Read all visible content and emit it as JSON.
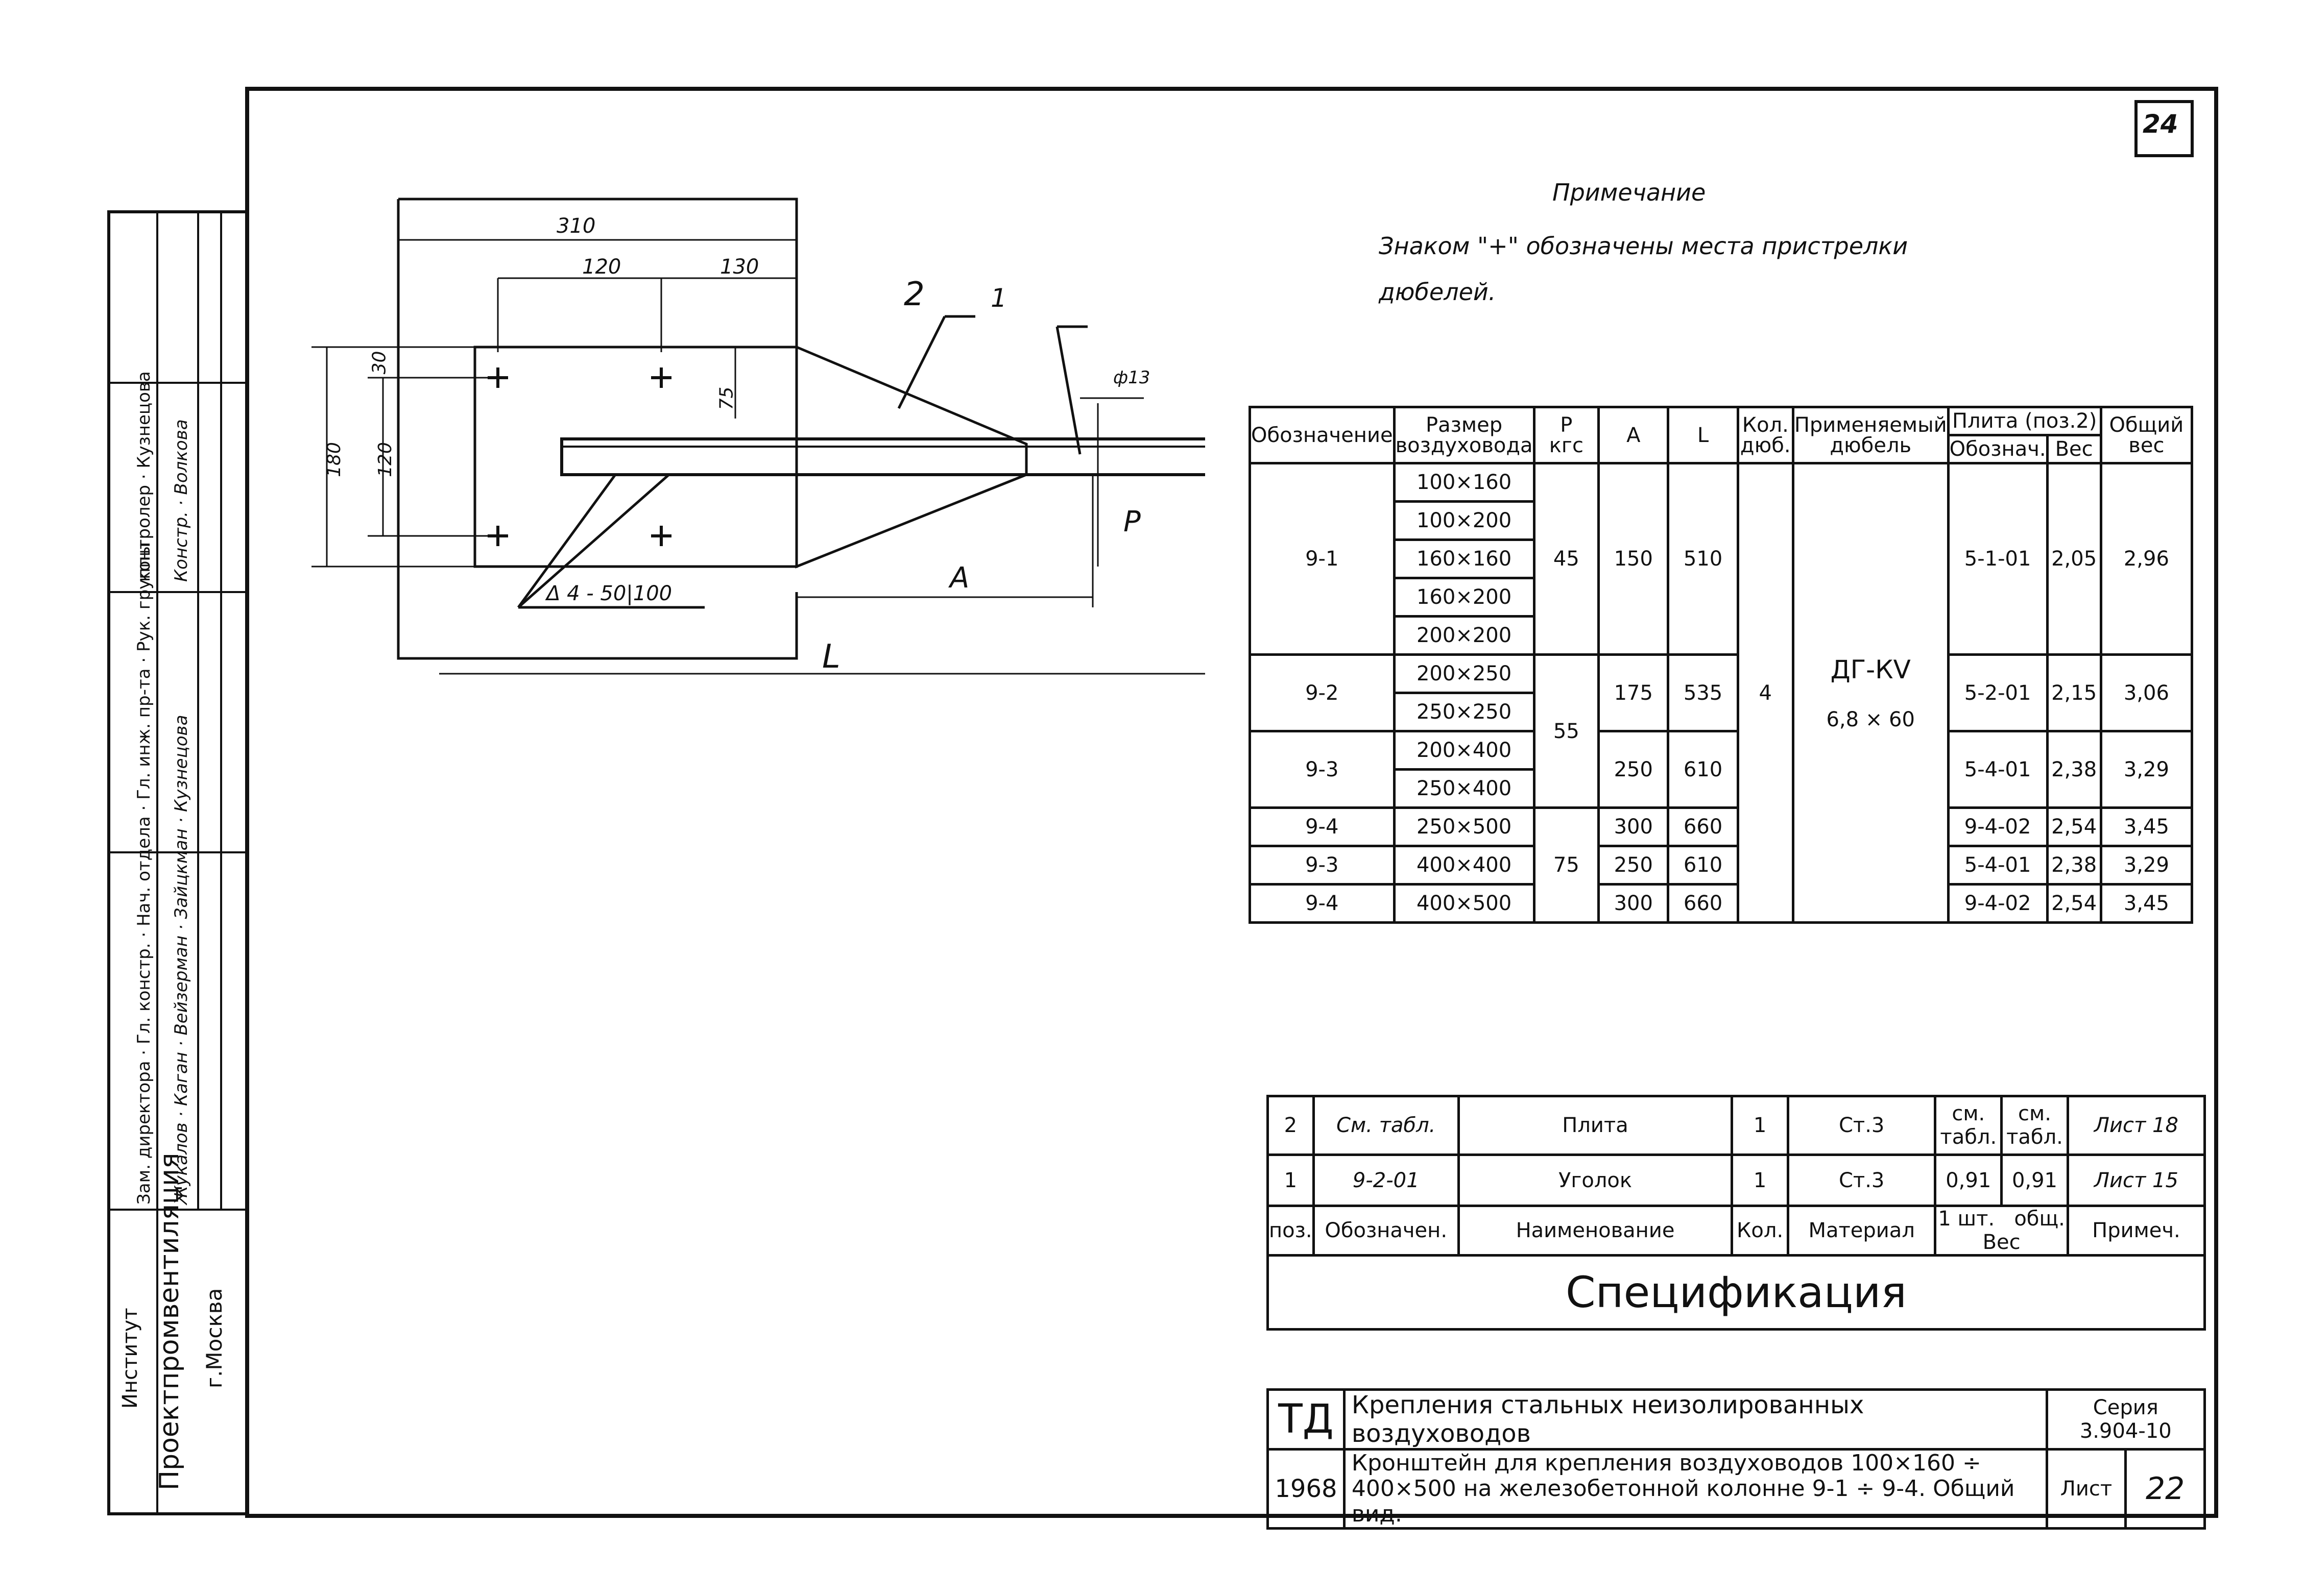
{
  "sheet": {
    "page_number": "24"
  },
  "drawing": {
    "dim_310": "310",
    "dim_120": "120",
    "dim_130": "130",
    "dim_30": "30",
    "dim_75": "75",
    "dim_180": "180",
    "dim_120v": "120",
    "dim_phi": "ф13",
    "label_2": "2",
    "label_1": "1",
    "label_P": "P",
    "label_A": "A",
    "label_L": "L",
    "weld": "Δ 4 - 50|100"
  },
  "note": {
    "title": "Примечание",
    "line1": "Знаком \"+\" обозначены места пристрелки",
    "line2": "дюбелей."
  },
  "data_table": {
    "headers": {
      "designation": "Обозначение",
      "duct_size_1": "Размер",
      "duct_size_2": "воздуховода",
      "p_1": "P",
      "p_2": "кгс",
      "a": "A",
      "l": "L",
      "qty_1": "Кол.",
      "qty_2": "дюб.",
      "dowel_1": "Применяемый",
      "dowel_2": "дюбель",
      "plate": "Плита (поз.2)",
      "plate_des": "Обознач.",
      "plate_w": "Вес",
      "total_1": "Общий",
      "total_2": "вес"
    },
    "sizes": [
      "100×160",
      "100×200",
      "160×160",
      "160×200",
      "200×200",
      "200×250",
      "250×250",
      "200×400",
      "250×400",
      "250×500",
      "400×400",
      "400×500"
    ],
    "groups": [
      {
        "des": "9-1",
        "p": "45",
        "a": "150",
        "l": "510",
        "plate": "5-1-01",
        "w": "2,05",
        "total": "2,96"
      },
      {
        "des": "9-2",
        "a": "175",
        "l": "535",
        "plate": "5-2-01",
        "w": "2,15",
        "total": "3,06"
      },
      {
        "des": "9-3",
        "p": "55",
        "a": "250",
        "l": "610",
        "plate": "5-4-01",
        "w": "2,38",
        "total": "3,29"
      },
      {
        "des": "9-4",
        "a": "300",
        "l": "660",
        "plate": "9-4-02",
        "w": "2,54",
        "total": "3,45"
      },
      {
        "des": "9-3",
        "p": "75",
        "a": "250",
        "l": "610",
        "plate": "5-4-01",
        "w": "2,38",
        "total": "3,29"
      },
      {
        "des": "9-4",
        "a": "300",
        "l": "660",
        "plate": "9-4-02",
        "w": "2,54",
        "total": "3,45"
      }
    ],
    "qty": "4",
    "dowel_type": "ДГ-КV",
    "dowel_size": "6,8 × 60"
  },
  "spec": {
    "row2": {
      "pos": "2",
      "des": "См. табл.",
      "name": "Плита",
      "qty": "1",
      "mat": "Ст.3",
      "w1": "см. табл.",
      "w2": "см. табл.",
      "note": "Лист 18"
    },
    "row1": {
      "pos": "1",
      "des": "9-2-01",
      "name": "Уголок",
      "qty": "1",
      "mat": "Ст.3",
      "w1": "0,91",
      "w2": "0,91",
      "note": "Лист 15"
    },
    "head": {
      "pos": "поз.",
      "des": "Обозначен.",
      "name": "Наименование",
      "qty": "Кол.",
      "mat": "Материал",
      "w_unit": "1 шт.",
      "w_total": "общ.",
      "weight": "Вес",
      "note": "Примеч."
    },
    "title": "Спецификация"
  },
  "title_block": {
    "td": "ТД",
    "year": "1968",
    "line1": "Крепления стальных неизолированных воздуховодов",
    "line2": "Кронштейн для крепления воздуховодов 100×160 ÷",
    "line3": "400×500 на железобетонной колонне 9-1 ÷ 9-4. Общий вид.",
    "series_label": "Серия",
    "series": "3.904-10",
    "sheet_label": "Лист",
    "sheet": "22"
  },
  "stamp": {
    "institute_label": "Институт",
    "institute": "Проектпромвентиляция",
    "city": "г.Москва",
    "roles": [
      "Зам. директора",
      "Гл. констр.",
      "Нач. отдела",
      "Гл. инж. пр-та",
      "Рук. группы"
    ],
    "names": [
      "Жукалов",
      "Каган",
      "Вейзерман",
      "Зайцкман",
      "Кузнецова"
    ],
    "roles2": [
      "контролер",
      "Кузнецова"
    ],
    "names2": [
      "Констр.",
      "Волкова"
    ]
  }
}
